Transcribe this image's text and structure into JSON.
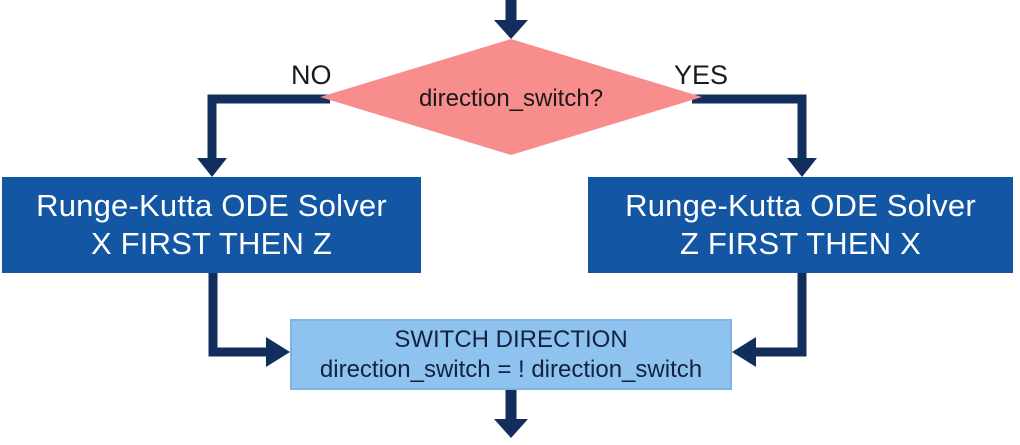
{
  "colors": {
    "background": "#ffffff",
    "arrow": "#112e5c",
    "diamond_fill": "#f88d8d",
    "diamond_text": "#1a1a1a",
    "branch_label_text": "#1a1a1a",
    "solver_box_fill": "#1356a4",
    "solver_box_text": "#ffffff",
    "switch_box_fill": "#8ec3ef",
    "switch_box_border": "#82b4e2",
    "switch_box_text": "#15223f"
  },
  "decision": {
    "label": "direction_switch?",
    "no_label": "NO",
    "yes_label": "YES"
  },
  "boxes": {
    "solver_left": {
      "line1": "Runge-Kutta ODE Solver",
      "line2": "X FIRST THEN Z"
    },
    "solver_right": {
      "line1": "Runge-Kutta ODE Solver",
      "line2": "Z FIRST THEN X"
    },
    "switch": {
      "line1": "SWITCH DIRECTION",
      "line2": "direction_switch = ! direction_switch"
    }
  }
}
